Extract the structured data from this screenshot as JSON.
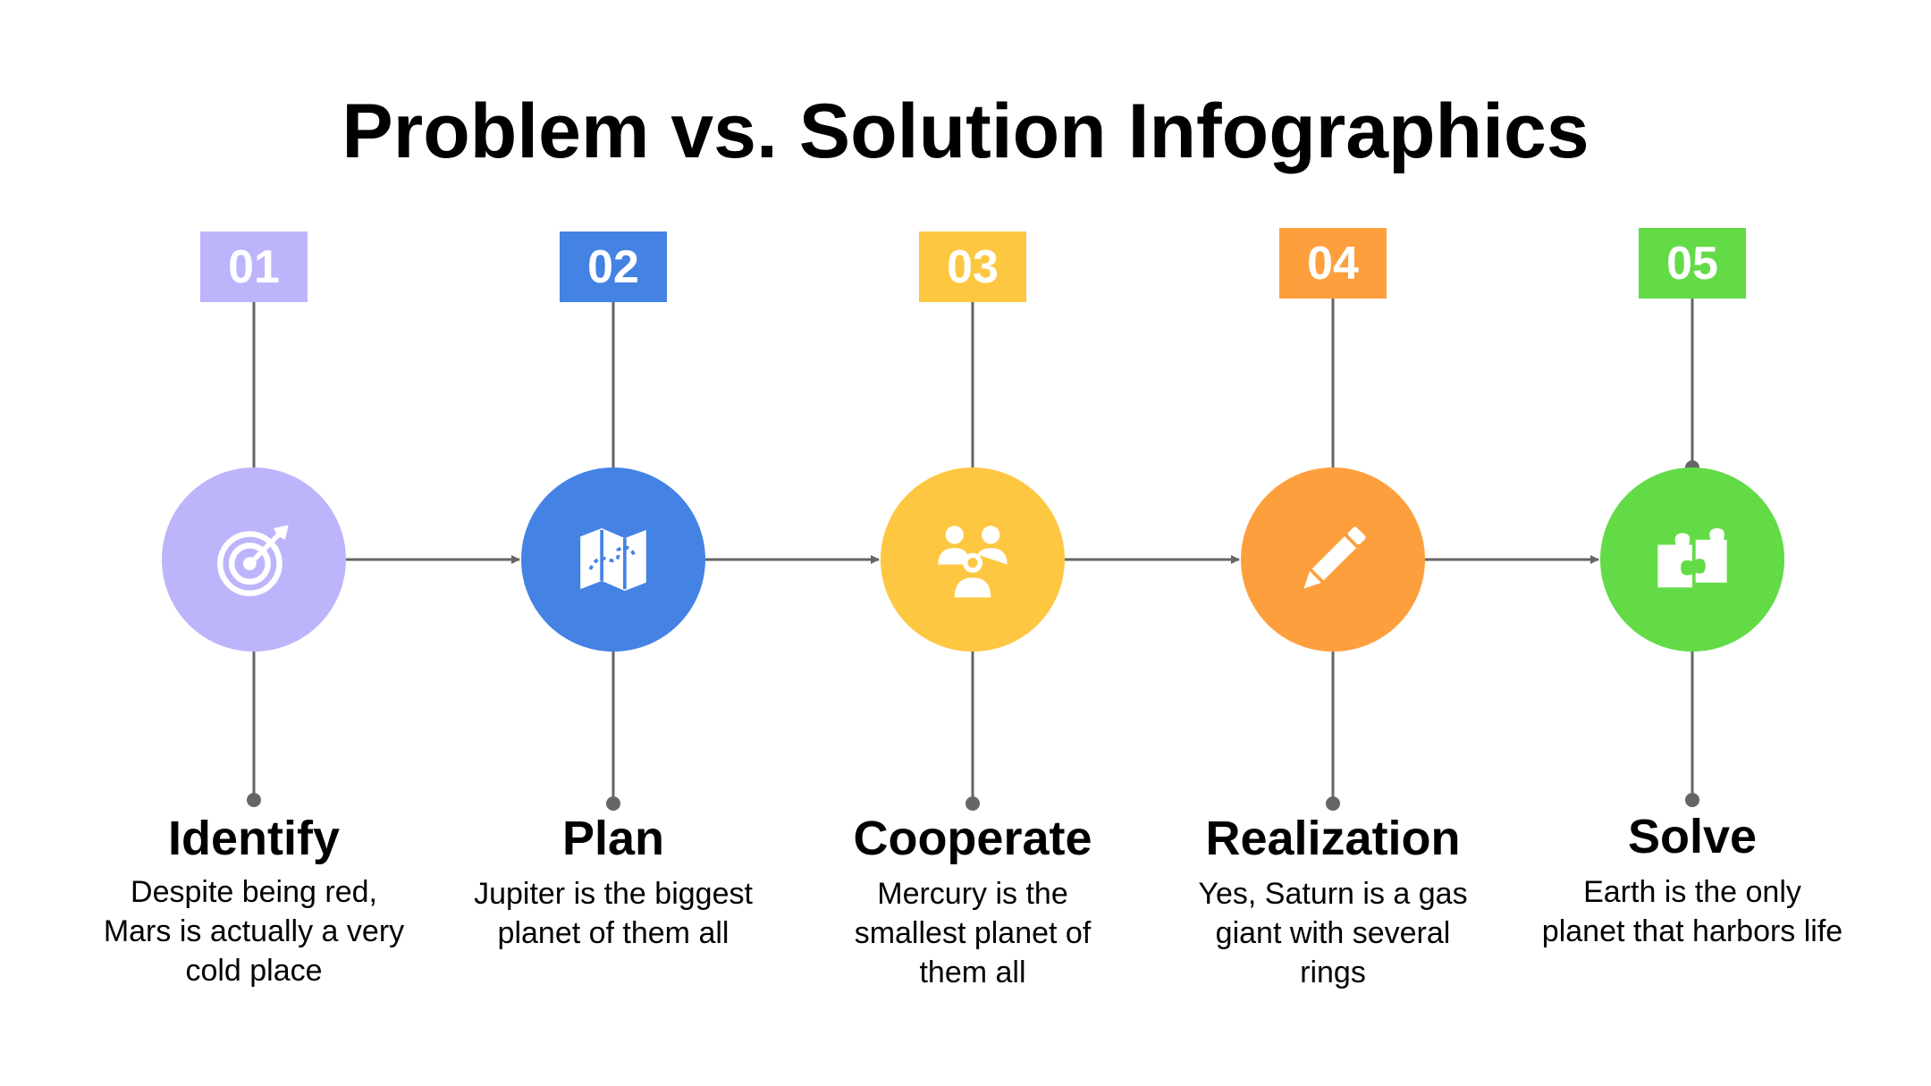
{
  "title": "Problem vs. Solution Infographics",
  "colors": {
    "connector": "#666666",
    "steps": [
      "#bcb5fb",
      "#4482e4",
      "#fdc741",
      "#fe9f3e",
      "#63db47"
    ]
  },
  "steps": [
    {
      "number": "01",
      "title": "Identify",
      "description": "Despite being red, Mars is actually a very cold place",
      "icon": "target-icon"
    },
    {
      "number": "02",
      "title": "Plan",
      "description": "Jupiter is the biggest planet of them all",
      "icon": "map-icon"
    },
    {
      "number": "03",
      "title": "Cooperate",
      "description": "Mercury is the smallest planet of them all",
      "icon": "team-icon"
    },
    {
      "number": "04",
      "title": "Realization",
      "description": "Yes, Saturn is a gas giant with several rings",
      "icon": "pencil-icon"
    },
    {
      "number": "05",
      "title": "Solve",
      "description": "Earth is the only planet that harbors life",
      "icon": "puzzle-icon"
    }
  ]
}
